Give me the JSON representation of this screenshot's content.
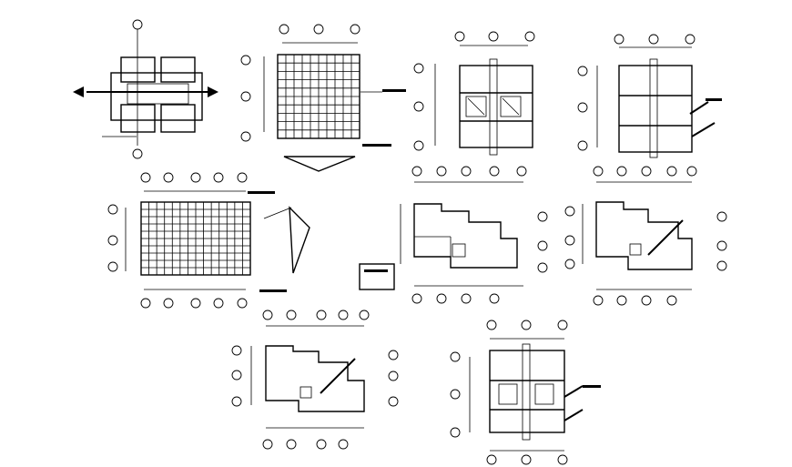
{
  "drawing": {
    "background": "#ffffff",
    "line_color": "#000000",
    "views": [
      {
        "id": "roof-key-plan",
        "kind": "key plan with section markers"
      },
      {
        "id": "foundation-grid",
        "kind": "foundation plan"
      },
      {
        "id": "toilet-plan-a",
        "kind": "plan"
      },
      {
        "id": "toilet-plan-b",
        "kind": "plan"
      },
      {
        "id": "beam-grid-plan",
        "kind": "framing plan"
      },
      {
        "id": "ground-floor-plan",
        "kind": "floor plan"
      },
      {
        "id": "upper-floor-plan",
        "kind": "floor plan"
      },
      {
        "id": "first-floor-plan",
        "kind": "floor plan"
      },
      {
        "id": "cluster-plan",
        "kind": "plan"
      }
    ]
  }
}
